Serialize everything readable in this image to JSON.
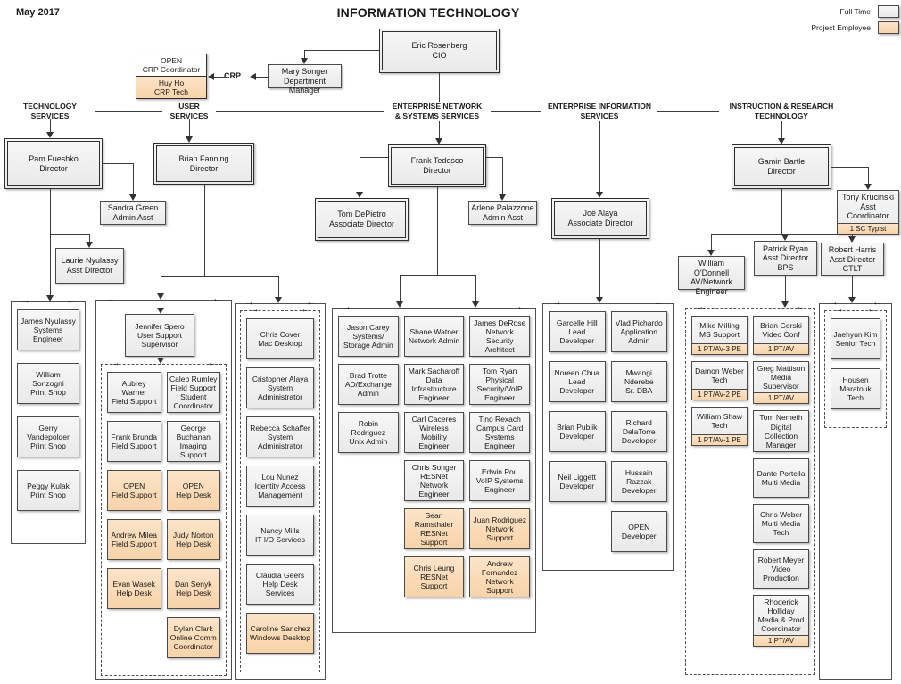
{
  "meta": {
    "date": "May 2017",
    "title": "INFORMATION TECHNOLOGY"
  },
  "legend": {
    "full_time_label": "Full Time",
    "project_label": "Project Employee",
    "full_time_color": "#f0f0f0",
    "project_color": "#fadcb8"
  },
  "crp": {
    "label": "CRP",
    "open": {
      "name": "OPEN",
      "title": "CRP Coordinator"
    },
    "tech": {
      "name": "Huy Ho",
      "title": "CRP Tech"
    }
  },
  "executives": {
    "cio": {
      "name": "Eric Rosenberg",
      "title": "CIO"
    },
    "dept_manager": {
      "name": "Mary Songer",
      "title": "Department Manager"
    }
  },
  "divisions": {
    "ts": "TECHNOLOGY\nSERVICES",
    "us": "USER\nSERVICES",
    "enss": "ENTERPRISE NETWORK\n& SYSTEMS SERVICES",
    "eis": "ENTERPRISE INFORMATION\nSERVICES",
    "irt": "INSTRUCTION & RESEARCH\nTECHNOLOGY"
  },
  "management": {
    "pam": {
      "name": "Pam Fueshko",
      "title": "Director"
    },
    "brian": {
      "name": "Brian Fanning",
      "title": "Director"
    },
    "frank": {
      "name": "Frank Tedesco",
      "title": "Director"
    },
    "gamin": {
      "name": "Gamin Bartle",
      "title": "Director"
    },
    "tom": {
      "name": "Tom DePietro",
      "title": "Associate Director"
    },
    "joe": {
      "name": "Joe Alaya",
      "title": "Associate Director"
    },
    "sandra": {
      "name": "Sandra Green",
      "title": "Admin Asst"
    },
    "laurie": {
      "name": "Laurie Nyulassy",
      "title": "Asst Director"
    },
    "arlene": {
      "name": "Arlene Palazzone",
      "title": "Admin Asst"
    },
    "tony": {
      "name": "Tony Krucinski",
      "title": "Asst Coordinator",
      "badge": "1 SC Typist"
    },
    "william": {
      "name": "William O'Donnell",
      "title": "AV/Network Engineer"
    },
    "patrick": {
      "name": "Patrick Ryan",
      "title": "Asst Director BPS"
    },
    "robert": {
      "name": "Robert Harris",
      "title": "Asst Director CTLT"
    }
  },
  "staff": {
    "jennifer": {
      "name": "Jennifer Spero",
      "title": "User Support Supervisor"
    }
  },
  "staff_groups": {
    "tech_services": {
      "columns": [
        [
          {
            "name": "James Nyulassy",
            "title": "Systems Engineer",
            "type": "ft"
          },
          {
            "name": "William Sonzogni",
            "title": "Print Shop",
            "type": "ft"
          },
          {
            "name": "Gerry Vandepolder",
            "title": "Print Shop",
            "type": "ft"
          },
          {
            "name": "Peggy Kulak",
            "title": "Print Shop",
            "type": "ft"
          }
        ]
      ]
    },
    "user_support": {
      "columns": [
        [
          {
            "name": "Aubrey Warner",
            "title": "Field Support",
            "type": "ft"
          },
          {
            "name": "Frank Brunda",
            "title": "Field Support",
            "type": "ft"
          },
          {
            "name": "OPEN",
            "title": "Field Support",
            "type": "pe"
          },
          {
            "name": "Andrew Milea",
            "title": "Field Support",
            "type": "pe"
          },
          {
            "name": "Evan Wasek",
            "title": "Help Desk",
            "type": "pe"
          }
        ],
        [
          {
            "name": "Caleb Rumley",
            "title": "Field Support Student Coordinator",
            "type": "ft"
          },
          {
            "name": "George Buchanan",
            "title": "Imaging Support",
            "type": "ft"
          },
          {
            "name": "OPEN",
            "title": "Help Desk",
            "type": "pe"
          },
          {
            "name": "Judy Norton",
            "title": "Help Desk",
            "type": "pe"
          },
          {
            "name": "Dan Senyk",
            "title": "Help Desk",
            "type": "pe"
          },
          {
            "name": "Dylan Clark",
            "title": "Online Comm Coordinator",
            "type": "pe"
          }
        ]
      ]
    },
    "desktop_systems": {
      "columns": [
        [
          {
            "name": "Chris Cover",
            "title": "Mac Desktop",
            "type": "ft"
          },
          {
            "name": "Cristopher Alaya",
            "title": "System Administrator",
            "type": "ft"
          },
          {
            "name": "Rebecca Schaffer",
            "title": "System Administrator",
            "type": "ft"
          },
          {
            "name": "Lou Nunez",
            "title": "Identity Access Management",
            "type": "ft"
          },
          {
            "name": "Nancy Mills",
            "title": "IT I/O Services",
            "type": "ft"
          },
          {
            "name": "Claudia Geers",
            "title": "Help Desk Services",
            "type": "ft"
          },
          {
            "name": "Caroline Sanchez",
            "title": "Windows Desktop",
            "type": "pe"
          }
        ]
      ]
    },
    "network_systems": {
      "columns": [
        [
          {
            "name": "Jason Carey",
            "title": "Systems/ Storage Admin",
            "type": "ft"
          },
          {
            "name": "Brad Trotte",
            "title": "AD/Exchange Admin",
            "type": "ft"
          },
          {
            "name": "Robin Rodriguez",
            "title": "Unix Admin",
            "type": "ft"
          }
        ],
        [
          {
            "name": "Shane Watner",
            "title": "Network Admin",
            "type": "ft"
          },
          {
            "name": "Mark Sacharoff",
            "title": "Data Infrastructure Engineer",
            "type": "ft"
          },
          {
            "name": "Carl Caceres",
            "title": "Wireless Mobility Engineer",
            "type": "ft"
          },
          {
            "name": "Chris Songer",
            "title": "RESNet Network Engineer",
            "type": "ft"
          },
          {
            "name": "Sean Ramsthaler",
            "title": "RESNet Support",
            "type": "pe"
          },
          {
            "name": "Chris Leung",
            "title": "RESNet Support",
            "type": "pe"
          }
        ],
        [
          {
            "name": "James DeRose",
            "title": "Network Security Architect",
            "type": "ft"
          },
          {
            "name": "Tom Ryan",
            "title": "Physical Security/VoIP Engineer",
            "type": "ft"
          },
          {
            "name": "Tino Rexach",
            "title": "Campus Card Systems Engineer",
            "type": "ft"
          },
          {
            "name": "Edwin Pou",
            "title": "VoIP Systems Engineer",
            "type": "ft"
          },
          {
            "name": "Juan Rodriguez",
            "title": "Network Support",
            "type": "pe"
          },
          {
            "name": "Andrew Fernandez",
            "title": "Network Support",
            "type": "pe"
          }
        ]
      ]
    },
    "information_services": {
      "columns": [
        [
          {
            "name": "Garcelle Hill",
            "title": "Lead Developer",
            "type": "ft"
          },
          {
            "name": "Noreen Chua",
            "title": "Lead Developer",
            "type": "ft"
          },
          {
            "name": "Brian Publik",
            "title": "Developer",
            "type": "ft"
          },
          {
            "name": "Neil Liggett",
            "title": "Developer",
            "type": "ft"
          }
        ],
        [
          {
            "name": "Vlad Pichardo",
            "title": "Application Admin",
            "type": "ft"
          },
          {
            "name": "Mwangi Nderebe",
            "title": "Sr. DBA",
            "type": "ft"
          },
          {
            "name": "Richard DelaTorre",
            "title": "Developer",
            "type": "ft"
          },
          {
            "name": "Hussain Razzak",
            "title": "Developer",
            "type": "ft"
          },
          {
            "name": "OPEN",
            "title": "Developer",
            "type": "ft"
          }
        ]
      ]
    },
    "bps": {
      "columns": [
        [
          {
            "name": "Mike Milling",
            "title": "MS Support",
            "type": "ft",
            "badge": "1 PT/AV-3 PE"
          },
          {
            "name": "Damon Weber",
            "title": "Tech",
            "type": "ft",
            "badge": "1 PT/AV-2 PE"
          },
          {
            "name": "William Shaw",
            "title": "Tech",
            "type": "ft",
            "badge": "1 PT/AV-1 PE"
          }
        ],
        [
          {
            "name": "Brian Gorski",
            "title": "Video Conf",
            "type": "ft",
            "badge": "1 PT/AV"
          },
          {
            "name": "Greg Mattison",
            "title": "Media Supervisor",
            "type": "ft",
            "badge": "1 PT/AV"
          },
          {
            "name": "Tom Nemeth",
            "title": "Digital Collection Manager",
            "type": "ft"
          },
          {
            "name": "Dante Portella",
            "title": "Multi Media",
            "type": "ft"
          },
          {
            "name": "Chris Weber",
            "title": "Multi Media Tech",
            "type": "ft"
          },
          {
            "name": "Robert Meyer",
            "title": "Video Production",
            "type": "ft"
          },
          {
            "name": "Rhoderick Holliday",
            "title": "Media & Prod Coordinator",
            "type": "ft",
            "badge": "1 PT/AV"
          }
        ]
      ]
    },
    "ctlt": {
      "columns": [
        [
          {
            "name": "Jaehyun Kim",
            "title": "Senior Tech",
            "type": "ft"
          },
          {
            "name": "Housen Maratouk",
            "title": "Tech",
            "type": "ft"
          }
        ]
      ]
    }
  }
}
